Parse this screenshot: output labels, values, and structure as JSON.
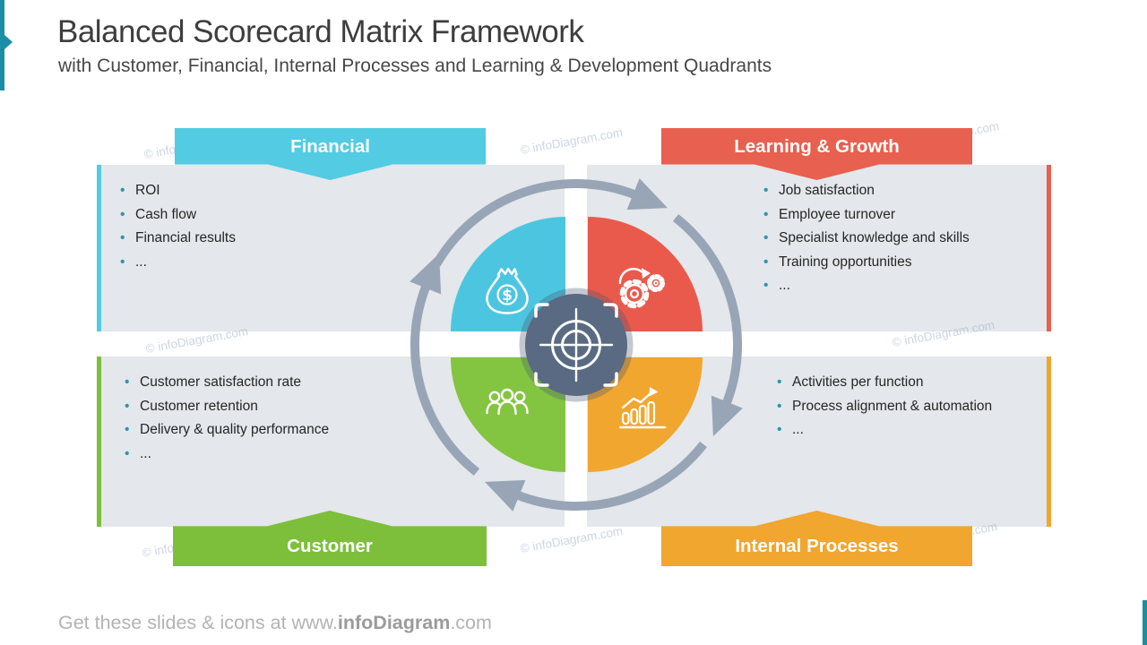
{
  "slide": {
    "title": "Balanced Scorecard Matrix Framework",
    "subtitle": "with Customer, Financial, Internal Processes and Learning & Development Quadrants"
  },
  "quadrants": {
    "financial": {
      "label": "Financial",
      "color": "#52cbe3",
      "icon": "money-bag-icon",
      "items": [
        "ROI",
        "Cash flow",
        "Financial results",
        "..."
      ]
    },
    "learning": {
      "label": "Learning & Growth",
      "color": "#e8604f",
      "icon": "gears-icon",
      "items": [
        "Job satisfaction",
        "Employee turnover",
        "Specialist knowledge and skills",
        "Training opportunities",
        "..."
      ]
    },
    "customer": {
      "label": "Customer",
      "color": "#7dbf3a",
      "icon": "team-icon",
      "items": [
        "Customer satisfaction rate",
        "Customer retention",
        "Delivery & quality performance",
        "..."
      ]
    },
    "internal": {
      "label": "Internal Processes",
      "color": "#f0a62f",
      "icon": "bar-chart-icon",
      "items": [
        "Activities per function",
        "Process alignment & automation",
        "..."
      ]
    }
  },
  "center": {
    "icon": "target-icon",
    "hub_color": "#596a82",
    "arrow_color": "#98a5b6",
    "wedge_colors": {
      "financial": "#4cc6e0",
      "learning": "#e95a4c",
      "customer": "#83c441",
      "internal": "#f1a62f"
    }
  },
  "watermark": {
    "text": "© infoDiagram.com"
  },
  "footer": {
    "prefix": "Get these slides & icons at www.",
    "brand": "infoDiagram",
    "suffix": ".com"
  },
  "accent": {
    "color": "#1b8da4"
  }
}
